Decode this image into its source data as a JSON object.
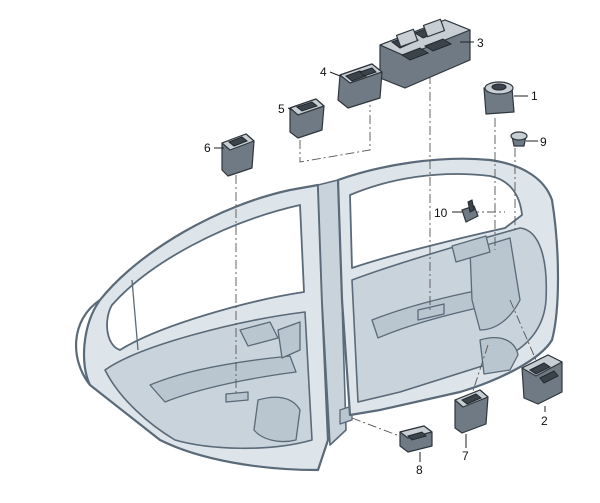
{
  "callouts": {
    "c1": "1",
    "c2": "2",
    "c3": "3",
    "c4": "4",
    "c5": "5",
    "c6": "6",
    "c7": "7",
    "c8": "8",
    "c9": "9",
    "c10": "10"
  },
  "colors": {
    "door_fill": "#dde4ea",
    "door_shadow": "#c9d3dc",
    "outline": "#5a6a78",
    "switch_body": "#6f7a84",
    "switch_top": "#c7ced4"
  }
}
